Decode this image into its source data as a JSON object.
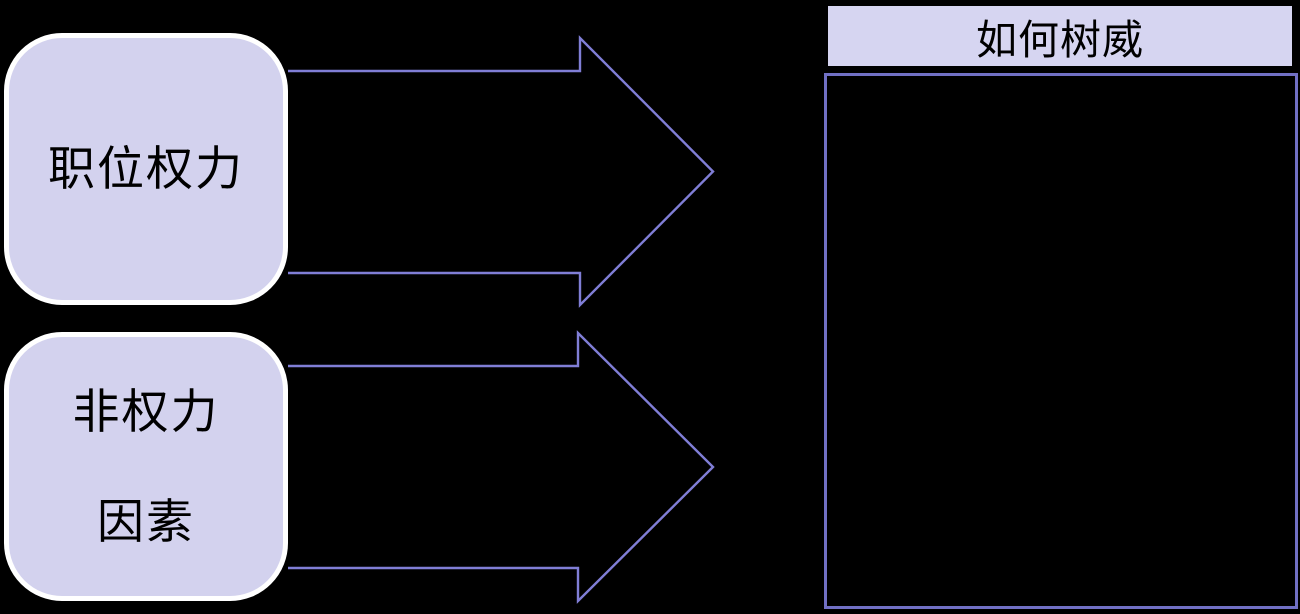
{
  "diagram": {
    "source_boxes": [
      {
        "id": "position-power",
        "lines": [
          "职位权力"
        ]
      },
      {
        "id": "non-power-factors",
        "lines": [
          "非权力",
          "因素"
        ]
      }
    ],
    "arrows": [
      {
        "name": "arrow-right-top"
      },
      {
        "name": "arrow-right-bottom"
      }
    ],
    "panel": {
      "header": "如何树威",
      "body_content": ""
    }
  },
  "colors": {
    "background": "#000000",
    "box_fill": "#d3d2ee",
    "box_border": "#ffffff",
    "box_text": "#000000",
    "header_fill": "#d6d5f1",
    "header_text": "#000000",
    "arrow_stroke": "#807ed6",
    "panel_border": "#7170c4"
  }
}
